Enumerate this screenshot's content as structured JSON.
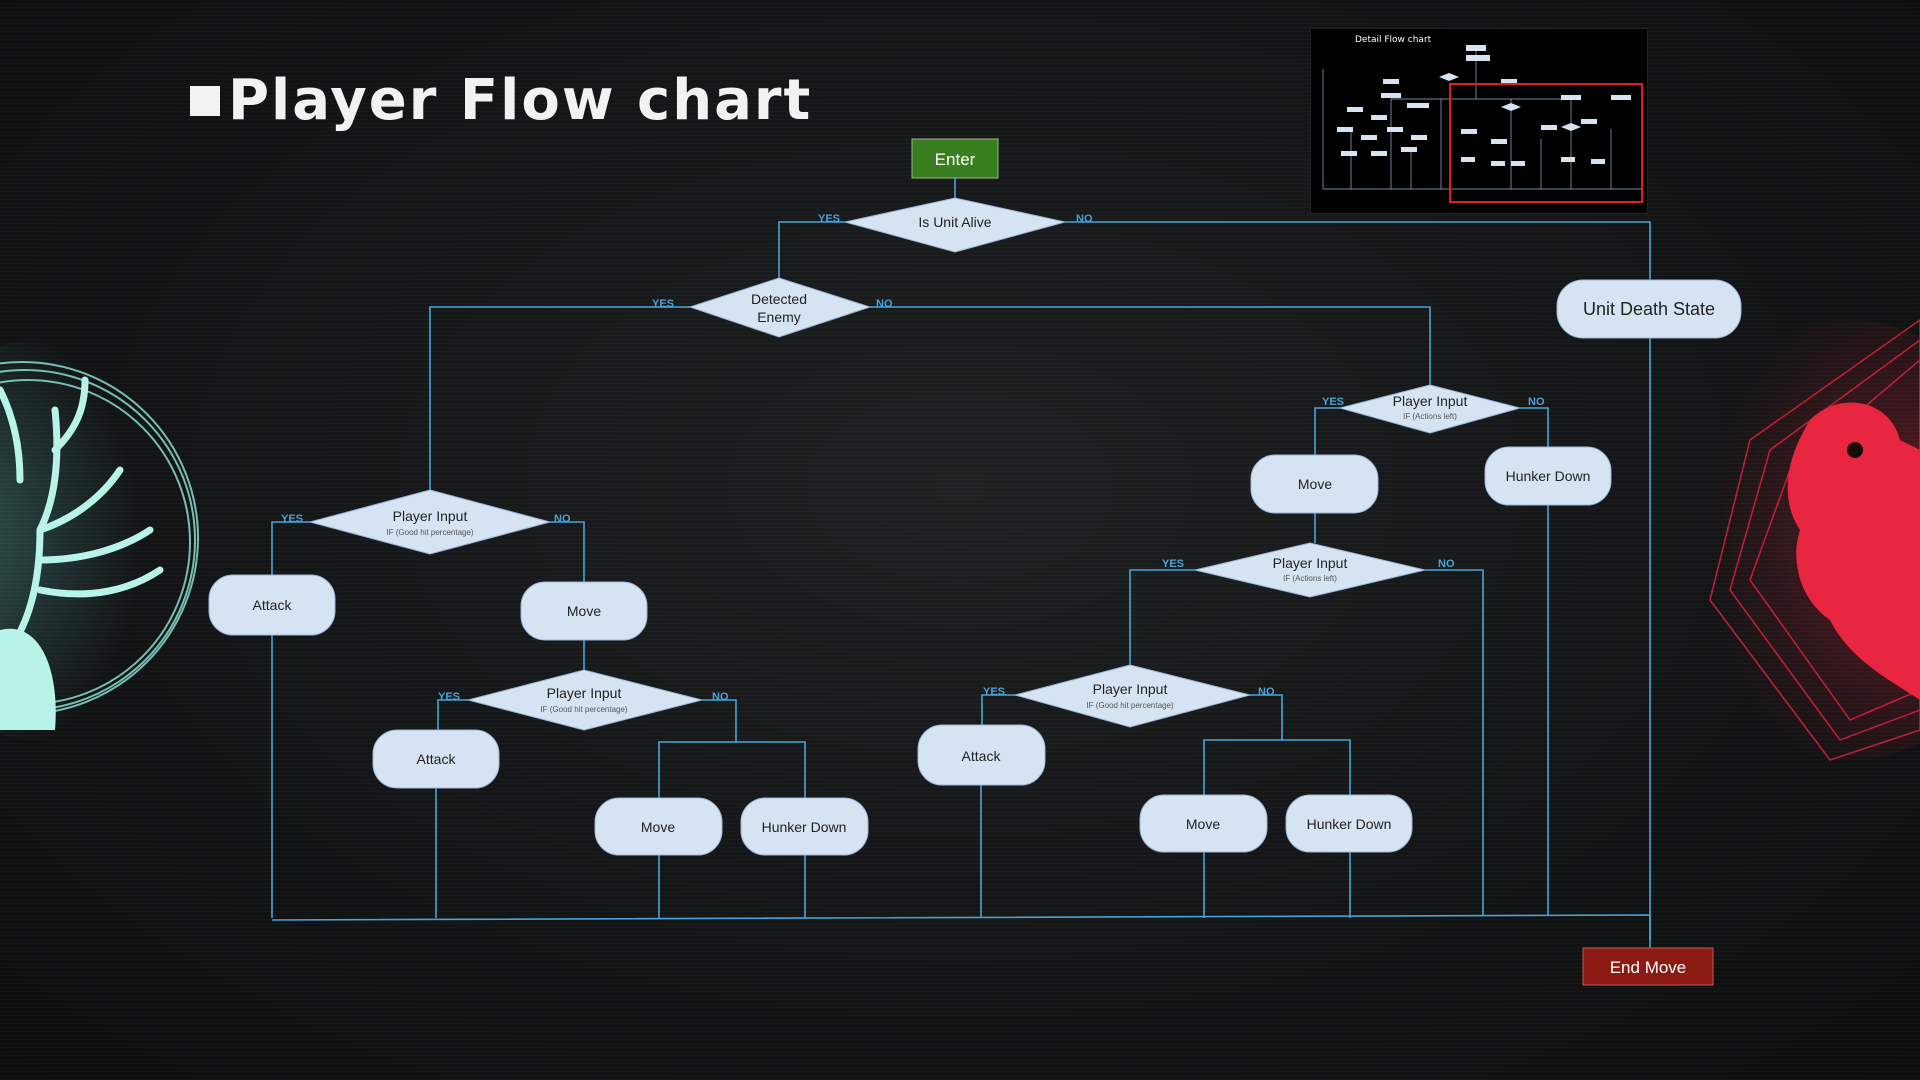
{
  "title": "Player Flow chart",
  "thumbnail": {
    "title": "Detail Flow chart",
    "highlight_color": "#e01e1e"
  },
  "colors": {
    "connector": "#4aa3d8",
    "node_fill": "#d6e3f3",
    "enter_fill": "#3a7f1f",
    "end_fill": "#8b1a12",
    "text": "#222222"
  },
  "branch_labels": {
    "yes": "YES",
    "no": "NO"
  },
  "nodes": {
    "enter": {
      "label": "Enter"
    },
    "is_unit_alive": {
      "label": "Is Unit Alive"
    },
    "detected_enemy": {
      "label_line1": "Detected",
      "label_line2": "Enemy"
    },
    "unit_death_state": {
      "label": "Unit Death State"
    },
    "end_move": {
      "label": "End Move"
    },
    "player_input_left": {
      "label": "Player Input",
      "sub": "IF (Good hit percentage)"
    },
    "attack_left": {
      "label": "Attack"
    },
    "move_left": {
      "label": "Move"
    },
    "player_input_left2": {
      "label": "Player Input",
      "sub": "IF (Good hit percentage)"
    },
    "attack_left2": {
      "label": "Attack"
    },
    "move_left3": {
      "label": "Move"
    },
    "hunker_left3": {
      "label": "Hunker Down"
    },
    "player_input_right": {
      "label": "Player Input",
      "sub": "IF (Actions left)"
    },
    "move_right": {
      "label": "Move"
    },
    "hunker_right": {
      "label": "Hunker Down"
    },
    "player_input_right2": {
      "label": "Player Input",
      "sub": "IF (Actions left)"
    },
    "player_input_right3": {
      "label": "Player Input",
      "sub": "IF (Good hit percentage)"
    },
    "attack_right3": {
      "label": "Attack"
    },
    "move_right4": {
      "label": "Move"
    },
    "hunker_right4": {
      "label": "Hunker Down"
    }
  },
  "logos": {
    "left": "tree-emblem-icon",
    "right": "eagle-emblem-icon"
  }
}
